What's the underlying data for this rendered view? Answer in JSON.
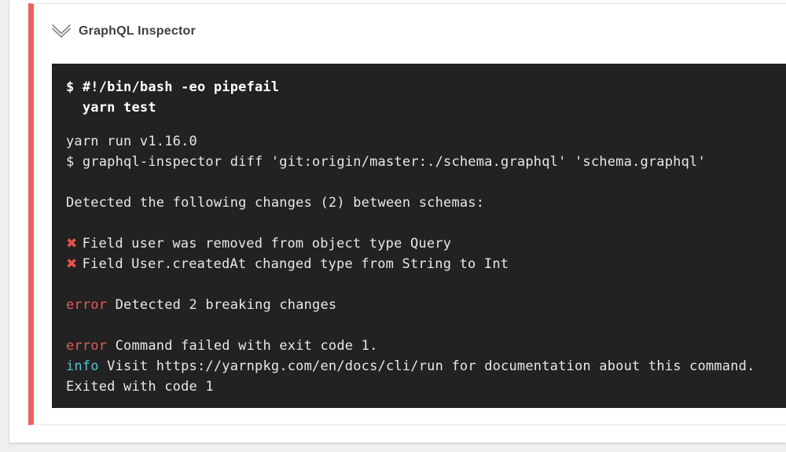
{
  "colors": {
    "page_bg": "#efefef",
    "panel_bg": "#ffffff",
    "card_border": "#e2e2e2",
    "accent_red": "#ee5f5f",
    "title_color": "#3f3f3f",
    "icon_gray": "#8a8a8a",
    "terminal_bg": "#222222",
    "terminal_text": "#e8e8e8",
    "terminal_bold": "#ffffff",
    "error_red": "#de5b5f",
    "cross_red": "#e5534b",
    "info_cyan": "#55c1ce"
  },
  "header": {
    "title": "GraphQL Inspector",
    "collapse_icon": "chevron-double-down-icon"
  },
  "terminal": {
    "command_lines": [
      "$ #!/bin/bash -eo pipefail",
      "  yarn test"
    ],
    "lines": [
      {
        "segments": [
          {
            "text": "yarn run v1.16.0",
            "color": "default"
          }
        ]
      },
      {
        "segments": [
          {
            "text": "$ graphql-inspector diff 'git:origin/master:./schema.graphql' 'schema.graphql'",
            "color": "default"
          }
        ]
      },
      {
        "blank": true
      },
      {
        "segments": [
          {
            "text": "Detected the following changes (2) between schemas:",
            "color": "default"
          }
        ]
      },
      {
        "blank": true
      },
      {
        "segments": [
          {
            "text": "✖ ",
            "color": "cross"
          },
          {
            "text": "Field user was removed from object type Query",
            "color": "default"
          }
        ]
      },
      {
        "segments": [
          {
            "text": "✖ ",
            "color": "cross"
          },
          {
            "text": "Field User.createdAt changed type from String to Int",
            "color": "default"
          }
        ]
      },
      {
        "blank": true
      },
      {
        "segments": [
          {
            "text": "error",
            "color": "red"
          },
          {
            "text": " Detected 2 breaking changes",
            "color": "default"
          }
        ]
      },
      {
        "blank": true
      },
      {
        "segments": [
          {
            "text": "error",
            "color": "red"
          },
          {
            "text": " Command failed with exit code 1.",
            "color": "default"
          }
        ]
      },
      {
        "segments": [
          {
            "text": "info",
            "color": "cyan"
          },
          {
            "text": " Visit https://yarnpkg.com/en/docs/cli/run for documentation about this command.",
            "color": "default"
          }
        ]
      },
      {
        "segments": [
          {
            "text": "Exited with code 1",
            "color": "default"
          }
        ]
      }
    ]
  }
}
